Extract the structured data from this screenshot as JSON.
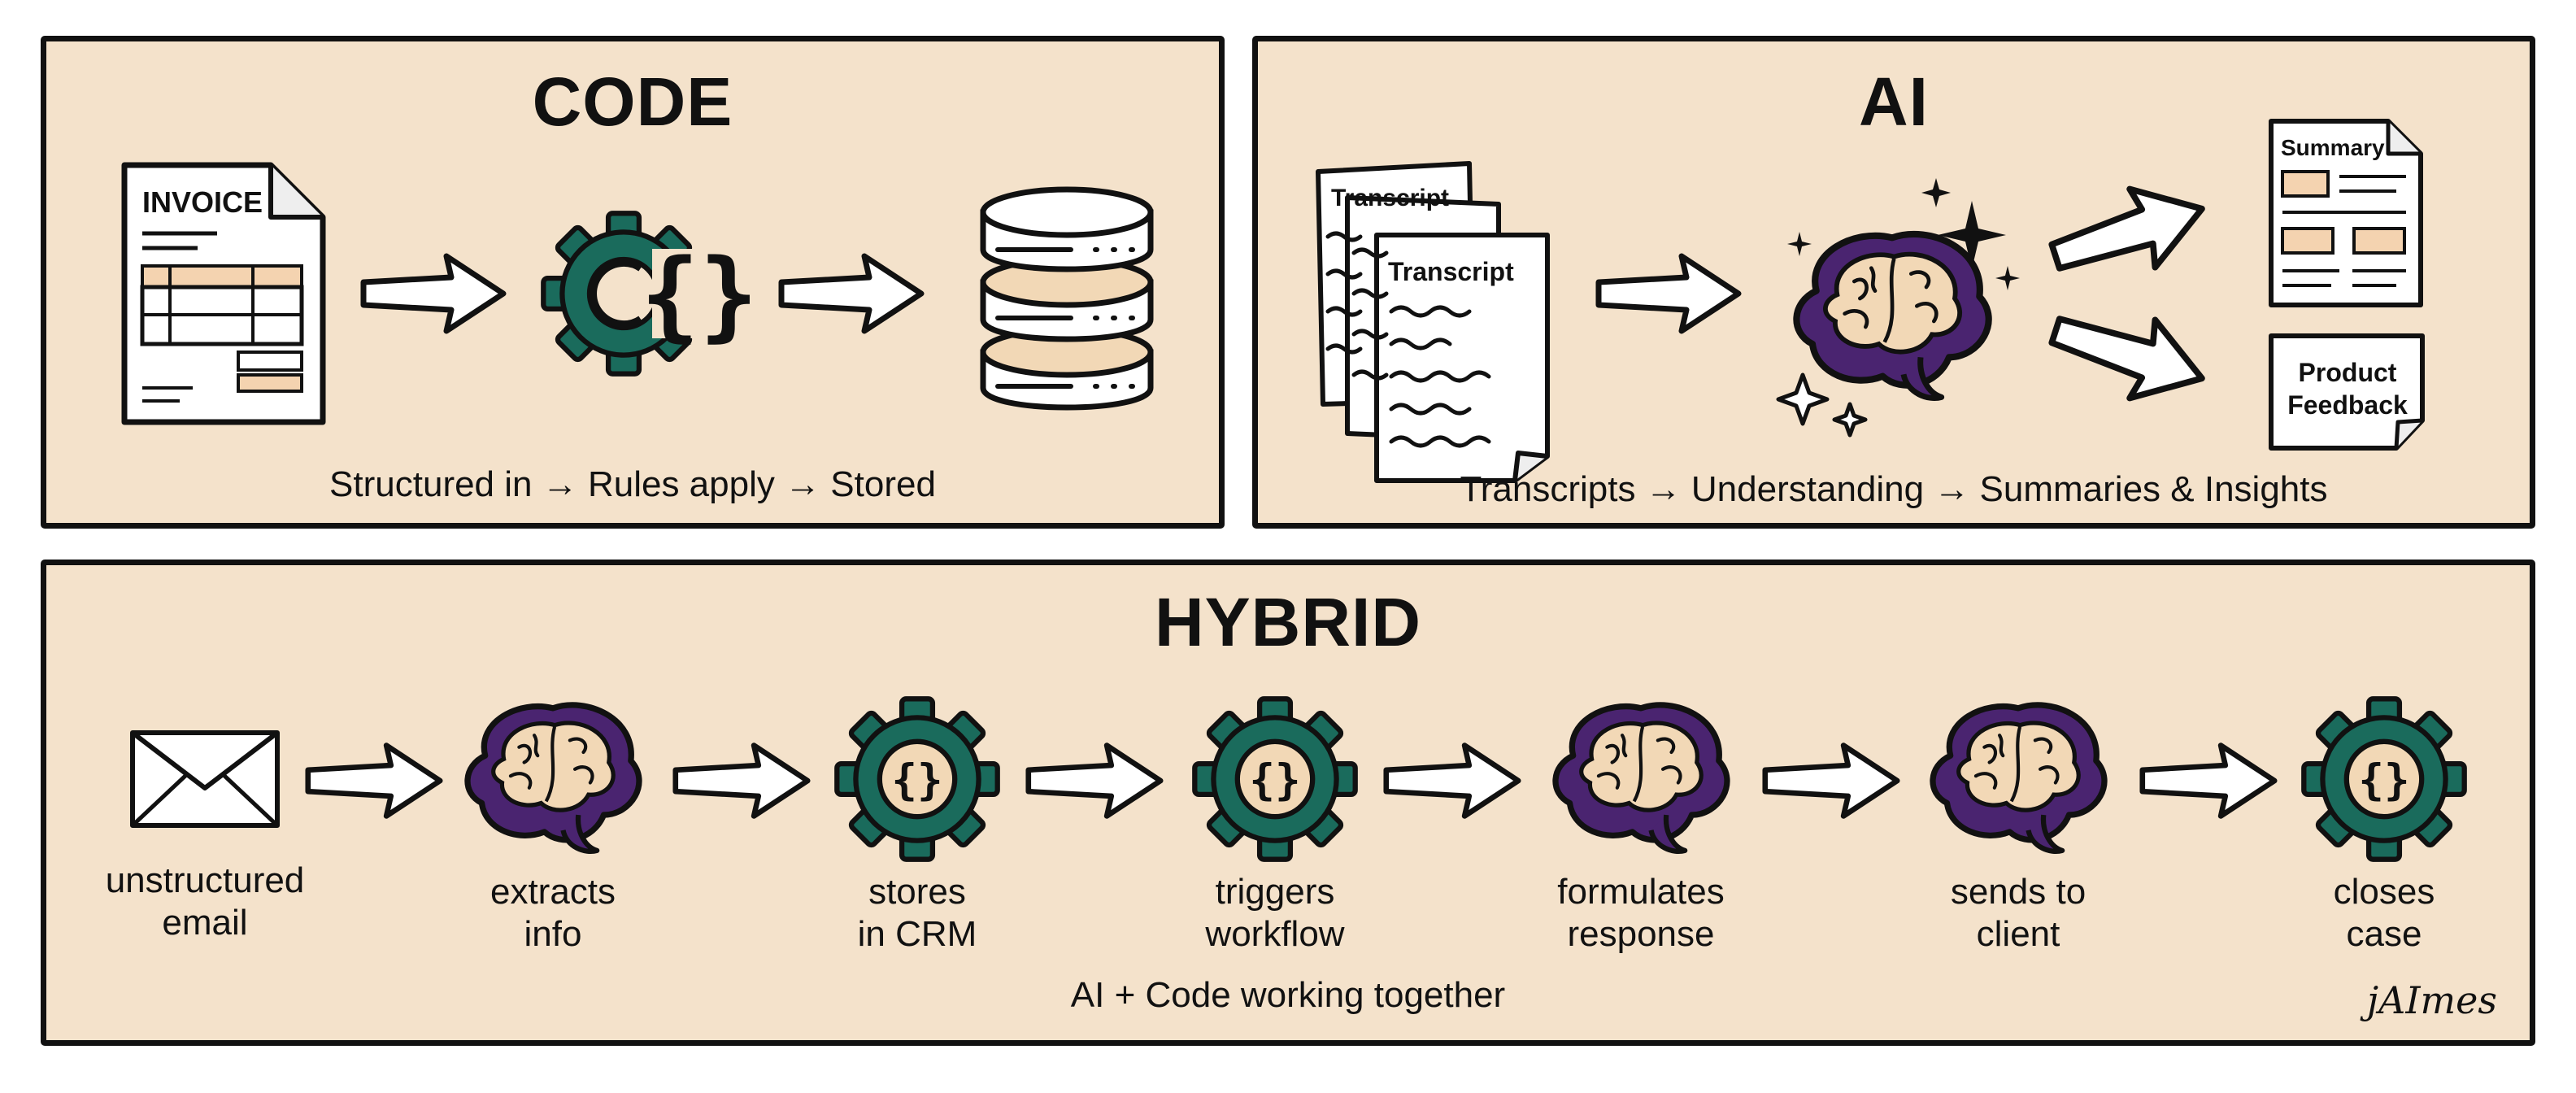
{
  "code": {
    "title": "CODE",
    "invoice_label": "INVOICE",
    "caption": "Structured in → Rules apply → Stored"
  },
  "ai": {
    "title": "AI",
    "doc_back_label": "Transcript",
    "doc_front_label": "Transcript",
    "summary_label": "Summary",
    "feedback_line1": "Product",
    "feedback_line2": "Feedback",
    "caption": "Transcripts → Understanding → Summaries & Insights"
  },
  "hybrid": {
    "title": "HYBRID",
    "steps": [
      {
        "icon": "envelope-icon",
        "line1": "unstructured",
        "line2": "email"
      },
      {
        "icon": "brain-icon",
        "line1": "extracts",
        "line2": "info"
      },
      {
        "icon": "code-gear-icon",
        "line1": "stores",
        "line2": "in CRM"
      },
      {
        "icon": "code-gear-icon",
        "line1": "triggers",
        "line2": "workflow"
      },
      {
        "icon": "brain-icon",
        "line1": "formulates",
        "line2": "response"
      },
      {
        "icon": "brain-icon",
        "line1": "sends to",
        "line2": "client"
      },
      {
        "icon": "code-gear-icon",
        "line1": "closes",
        "line2": "case"
      }
    ],
    "caption": "AI + Code working together",
    "signature": "jAImes"
  },
  "colors": {
    "panel_bg": "#f4e2cb",
    "gear": "#1a6b5c",
    "brain_outer": "#4a2470",
    "brain_inner": "#f2d8b6",
    "ink": "#111111",
    "paper": "#ffffff"
  }
}
